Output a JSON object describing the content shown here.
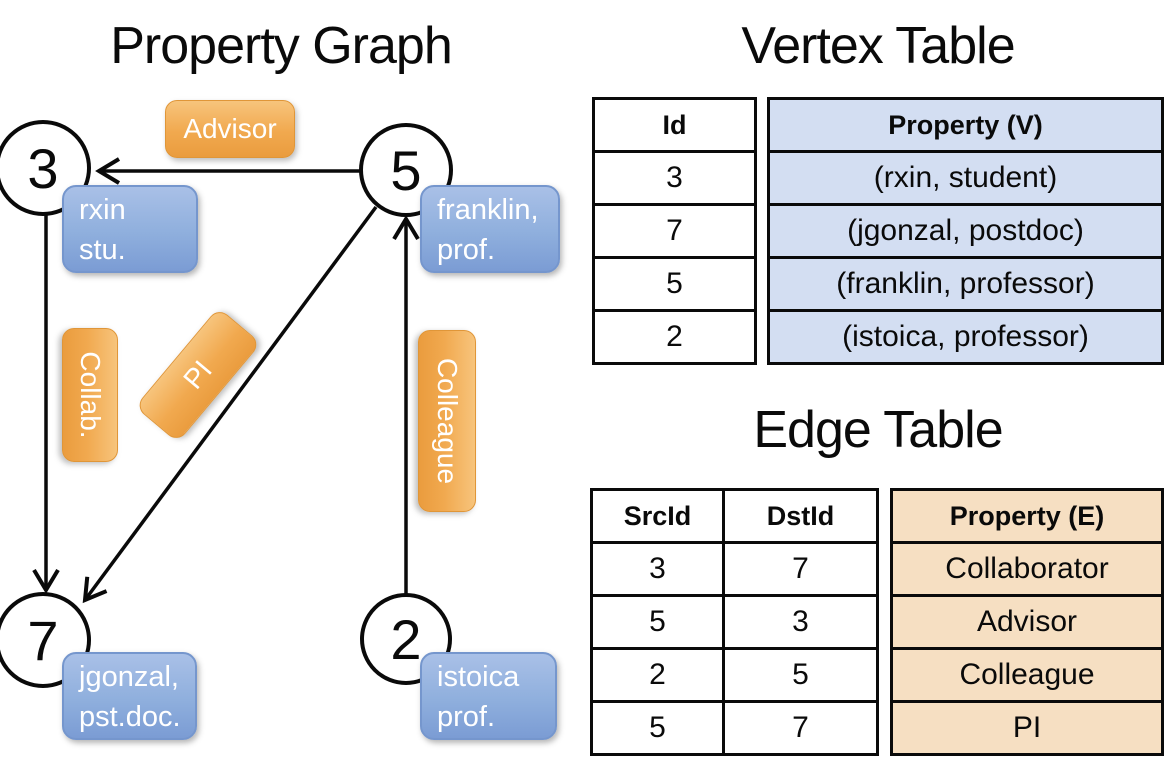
{
  "graph": {
    "title": "Property Graph",
    "nodes": [
      {
        "id": "3",
        "property_lines": [
          "rxin",
          "stu."
        ]
      },
      {
        "id": "5",
        "property_lines": [
          "franklin,",
          "prof."
        ]
      },
      {
        "id": "7",
        "property_lines": [
          "jgonzal,",
          "pst.doc."
        ]
      },
      {
        "id": "2",
        "property_lines": [
          "istoica",
          "prof."
        ]
      }
    ],
    "edges": [
      {
        "label": "Advisor",
        "src": "5",
        "dst": "3"
      },
      {
        "label": "Collab.",
        "src": "3",
        "dst": "7"
      },
      {
        "label": "PI",
        "src": "5",
        "dst": "7"
      },
      {
        "label": "Colleague",
        "src": "2",
        "dst": "5"
      }
    ]
  },
  "vertex_table": {
    "title": "Vertex Table",
    "headers": {
      "id": "Id",
      "property": "Property (V)"
    },
    "rows": [
      {
        "id": "3",
        "property": "(rxin, student)"
      },
      {
        "id": "7",
        "property": "(jgonzal, postdoc)"
      },
      {
        "id": "5",
        "property": "(franklin, professor)"
      },
      {
        "id": "2",
        "property": "(istoica, professor)"
      }
    ]
  },
  "edge_table": {
    "title": "Edge Table",
    "headers": {
      "src": "SrcId",
      "dst": "DstId",
      "property": "Property (E)"
    },
    "rows": [
      {
        "src": "3",
        "dst": "7",
        "property": "Collaborator"
      },
      {
        "src": "5",
        "dst": "3",
        "property": "Advisor"
      },
      {
        "src": "2",
        "dst": "5",
        "property": "Colleague"
      },
      {
        "src": "5",
        "dst": "7",
        "property": "PI"
      }
    ]
  },
  "colors": {
    "edge_label_fill": "#f0a84f",
    "node_property_fill": "#8fafdd",
    "vertex_property_bg": "#d3def2",
    "edge_property_bg": "#f6dfc2",
    "line_color": "#000000"
  }
}
